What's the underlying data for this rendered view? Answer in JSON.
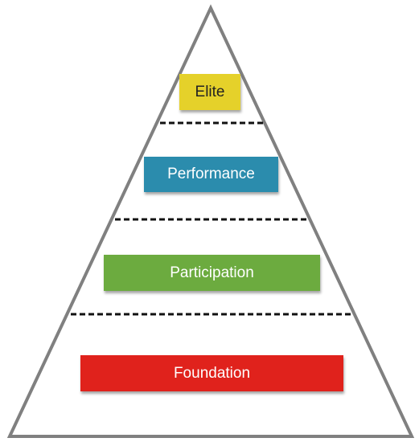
{
  "diagram": {
    "levels": [
      {
        "label": "Elite",
        "color": "#e5d12a"
      },
      {
        "label": "Performance",
        "color": "#2b8cad"
      },
      {
        "label": "Participation",
        "color": "#6cab3f"
      },
      {
        "label": "Foundation",
        "color": "#e0221c"
      }
    ],
    "outline_color": "#808080",
    "divider_color": "#111111"
  }
}
